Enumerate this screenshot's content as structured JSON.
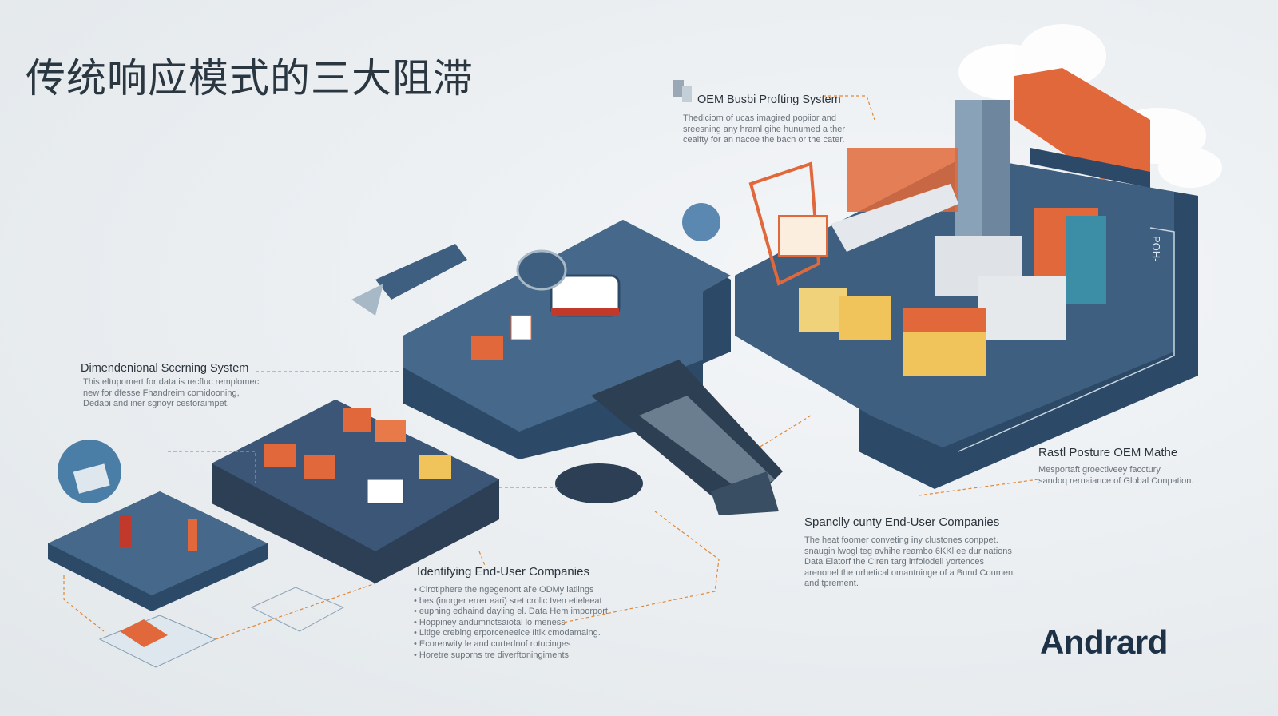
{
  "title": "传统响应模式的三大阻滞",
  "callouts": {
    "oem": {
      "title": "OEM Busbi Profting System",
      "body": [
        "Thediciom of ucas imagired popiior and",
        "sreesning any hraml gihe hunumed a ther",
        "cealfty for an nacoe the bach or the cater."
      ]
    },
    "dimensional": {
      "title": "Dimendenional Scerning System",
      "body": [
        "This eltupomert for data is recfluc remplomec",
        "new for dfesse Fhandreim comidooning,",
        "Dedapi and iner sgnoyr cestoraimpet."
      ]
    },
    "identifying": {
      "title": "Identifying End-User Companies",
      "bullets": [
        "Cirotiphere the ngegenont al'e ODMy latlings",
        "bes (inorger errer eari) sret crolic Iven etieleeat",
        "euphing edhaind dayling el. Data Hem imporport",
        "Hoppiney andumnctsaiotal lo meness",
        "Litige crebing erporceneeice Iltik cmodamaing.",
        "Ecorenwity le and curtednof rotucinges",
        "Horetre suporns tre diverftoningiments"
      ]
    },
    "spancly": {
      "title": "Spanclly cunty End-User Companies",
      "body": [
        "The heat foomer conveting iny clustones conppet.",
        "snaugin lwogl teg avhihe reambo 6KKl ee dur nations",
        "Data Elatorf the Ciren targ infolodell yortences",
        "arenonel the urhetical omantninge of a Bund Coument",
        "and tprement."
      ]
    },
    "rastl": {
      "title": "Rastl Posture OEM Mathe",
      "body": [
        "Mesportaft groectiveey facctury",
        "sandoq rernaiance of Global Conpation."
      ]
    }
  },
  "logo": "Andrard",
  "sign_text": "POH-",
  "colors": {
    "platform": "#3e5f80",
    "platform_dark": "#2c4a68",
    "accent_orange": "#e0683a",
    "teal": "#3b8ea5",
    "yellow": "#f0c45a"
  }
}
